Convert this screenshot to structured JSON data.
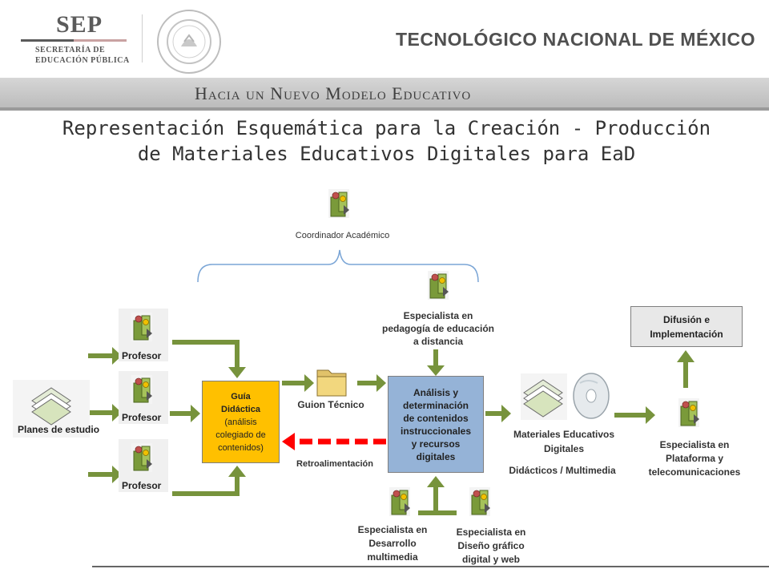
{
  "header": {
    "sep": "SEP",
    "sep_sub_1": "SECRETARÍA DE",
    "sep_sub_2": "EDUCACIÓN PÚBLICA",
    "institution": "TECNOLÓGICO NACIONAL DE MÉXICO",
    "band_title": "Hacia un Nuevo Modelo Educativo"
  },
  "title_line1": "Representación Esquemática para la Creación - Producción",
  "title_line2": "de Materiales Educativos Digitales para EaD",
  "diagram": {
    "coordinador": "Coordinador Académico",
    "especialista_pedagogia": [
      "Especialista en",
      "pedagogía de educación",
      "a distancia"
    ],
    "difusion": [
      "Difusión e",
      "Implementación"
    ],
    "profesor": "Profesor",
    "planes": "Planes de estudio",
    "guia": {
      "bold1": "Guía",
      "bold2": "Didáctica",
      "rest1": "(análisis",
      "rest2": "colegiado de",
      "rest3": "contenidos)"
    },
    "guion": "Guion Técnico",
    "retro": "Retroalimentación",
    "analisis": [
      "Análisis y",
      "determinación",
      "de contenidos",
      "instruccionales",
      "y recursos",
      "digitales"
    ],
    "materiales": [
      "Materiales Educativos",
      "Digitales"
    ],
    "didacticos": "Didácticos / Multimedia",
    "especialista_plataforma": [
      "Especialista en",
      "Plataforma y",
      "telecomunicaciones"
    ],
    "especialista_multimedia": [
      "Especialista en",
      "Desarrollo",
      "multimedia"
    ],
    "especialista_diseno": [
      "Especialista en",
      "Diseño gráfico",
      "digital y web"
    ]
  },
  "colors": {
    "arrow_green": "#77933c",
    "retro_red": "#ff0000",
    "guia_fill": "#ffc000",
    "analisis_fill": "#95b3d7",
    "brace_blue": "#7aa5d6"
  }
}
